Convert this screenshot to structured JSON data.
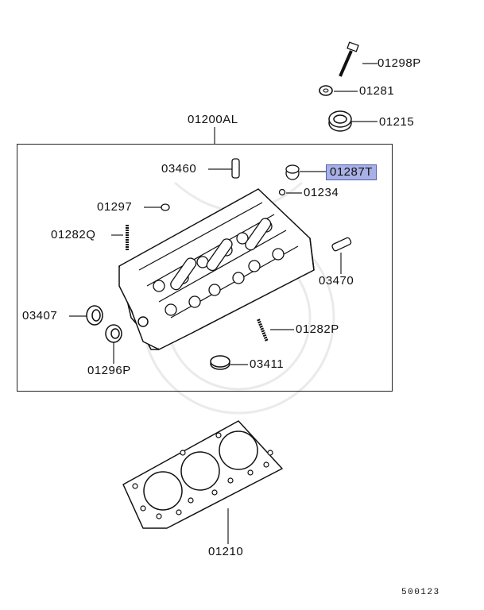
{
  "diagram": {
    "labels": {
      "p01298P": "01298P",
      "p01281": "01281",
      "p01215": "01215",
      "p01200AL": "01200AL",
      "p03460": "03460",
      "p01287T": "01287T",
      "p01234": "01234",
      "p01297": "01297",
      "p01282Q": "01282Q",
      "p03470": "03470",
      "p03407": "03407",
      "p01282P": "01282P",
      "p01296P": "01296P",
      "p03411": "03411",
      "p01210": "01210"
    },
    "highlighted_part": "01287T",
    "highlight_color": "#a9b0e6",
    "diagram_code": "500123"
  }
}
